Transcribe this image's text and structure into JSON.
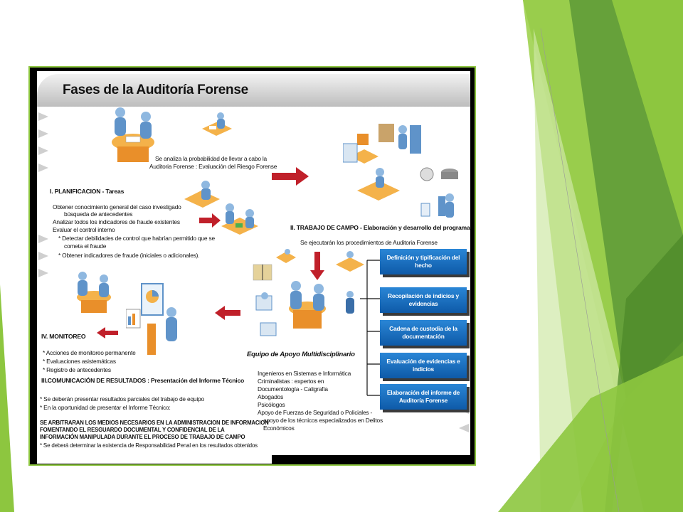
{
  "slide": {
    "title": "Fases de la Auditoría Forense"
  },
  "colors": {
    "accent_green": "#8dc63f",
    "box_blue": "#1a6fc4",
    "arrow_red": "#c0202a"
  },
  "planning": {
    "risk_line1": "Se analiza la probabilidad de llevar a cabo la",
    "risk_line2": "Auditoria Forense : Evaluación del Riesgo Forense",
    "heading": "I. PLANIFICACION - Tareas",
    "items": [
      "Obtener conocimiento general del caso investigado",
      "búsqueda de antecedentes",
      "Analizar todos los indicadores de fraude existentes",
      "Evaluar el control interno",
      "* Detectar debilidades de control que habrían permitido que se",
      "cometa el fraude",
      "* Obtener indicadores de fraude (iniciales o adicionales)."
    ]
  },
  "fieldwork": {
    "heading": "II. TRABAJO DE CAMPO - Elaboración y desarrollo del programa",
    "subtext": "Se ejecutarán los procedimientos de Auditoria Forense"
  },
  "team": {
    "heading": "Equipo de Apoyo Multidisciplinario",
    "members": [
      "Ingenieros en Sistemas e Informática",
      "Criminalistas : expertos en",
      "Documentología - Caligrafía",
      "Abogados",
      "Psicólogos",
      "Apoyo de Fuerzas de Seguridad o Policiales -",
      "apoyo de los técnicos especializados en Delitos",
      "Económicos"
    ]
  },
  "steps": [
    "Definición y tipificación del hecho",
    "Recopilación de indicios y evidencias",
    "Cadena de custodia de la documentación",
    "Evaluación de evidencias e indicios",
    "Elaboración del informe de Auditoría Forense"
  ],
  "monitoring": {
    "heading": "IV. MONITOREO",
    "items": [
      "* Acciones de monitoreo permanente",
      "* Evaluaciones asistemáticas",
      "* Registro de antecedentes"
    ]
  },
  "communication": {
    "heading": "III.COMUNICACIÓN DE RESULTADOS : Presentación del Informe Técnico",
    "notes": [
      "* Se deberán presentar resultados parciales del trabajo de equipo",
      "* En la oportunidad de presentar el Informe Técnico:"
    ],
    "bold_lines": [
      "SE ARBITRARAN LOS MEDIOS NECESARIOS EN LA ADMINISTRACION DE INFORMACION",
      "FOMENTANDO EL RESGUARDO DOCUMENTAL Y CONFIDENCIAL DE LA",
      "INFORMACIÓN MANIPULADA DURANTE EL PROCESO DE TRABAJO DE CAMPO"
    ],
    "final_note": "* Se deberá determinar la existencia de Responsabilidad Penal en los resultados obtenidos"
  }
}
